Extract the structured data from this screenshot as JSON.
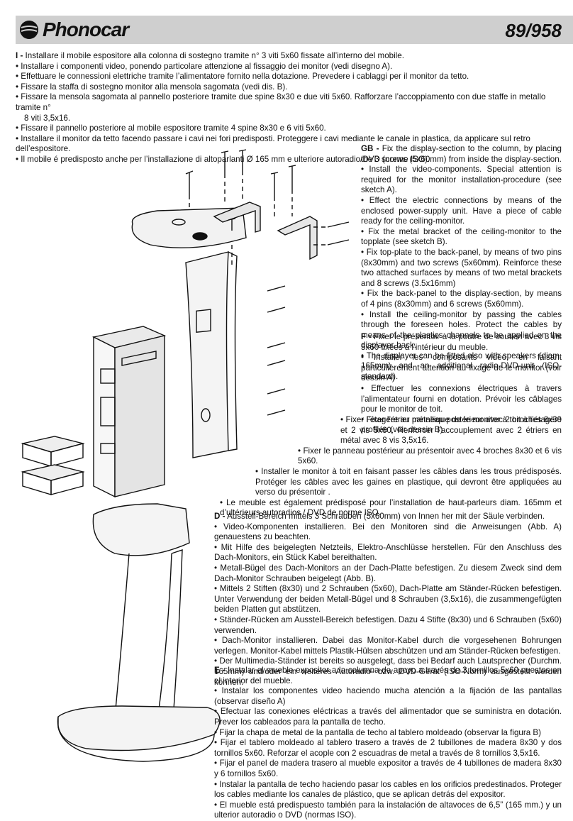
{
  "header": {
    "brand": "Phonocar",
    "model": "89/958"
  },
  "it": {
    "lead": "I -",
    "items": [
      "Installare il mobile espositore alla colonna di sostegno tramite n° 3 viti 5x60 fissate all’interno del mobile.",
      "• Installare i componenti video, ponendo particolare attenzione al fissaggio dei monitor (vedi disegno A).",
      "• Effettuare le connessioni elettriche tramite l’alimentatore fornito nella dotazione. Prevedere i cablaggi per il monitor da tetto.",
      "• Fissare la staffa di sostegno monitor alla mensola sagomata (vedi dis. B).",
      "• Fissare la mensola sagomata al pannello posteriore tramite due spine 8x30 e due viti 5x60. Rafforzare l’accoppiamento con due staffe in metallo tramite n°",
      "8 viti 3,5x16.",
      "• Fissare il pannello posteriore al mobile espositore tramite 4 spine 8x30 e 6 viti 5x60.",
      "• Installare il monitor da tetto facendo passare i cavi nei fori predisposti. Proteggere i cavi mediante le canale in plastica, da applicare sul retro dell’espositore.",
      "• Il mobile é predisposto anche per l’installazione di altoparlanti Ø 165 mm e ulteriore autoradio/DVD (norme ISO)."
    ]
  },
  "gb": {
    "lead": "GB -",
    "lines": [
      "Fix the display-section to the column, by placing the 3 screws (5x60mm) from inside the display-section.",
      "• Install the video-components. Special attention is required for the monitor installation-procedure (see sketch A).",
      "• Effect the electric connections by means of the enclosed power-supply unit. Have a piece of cable ready for the ceiling-monitor.",
      "• Fix the metal bracket of the ceiling-monitor to the topplate (see sketch B).",
      "• Fix top-plate to the back-panel, by means of two pins (8x30mm) and two screws (5x60mm). Reinforce these two attached surfaces by means of two metal brackets and 8 screws (3.5x16mm)",
      "• Fix the back-panel to the display-section, by means of 4 pins (8x30mm) and 6 screws (5x60mm).",
      "• Install the ceiling-monitor by passing the cables through the foreseen holes. Protect the cables by means of the plastics channels to be applied on the displayer-back.",
      "• The displayer can be fitted also with speakers (diam. 165mm) and an additional radio-DVD-unit (ISO-standard)."
    ]
  },
  "f": {
    "lead": "F -",
    "first": "Fixer le présentoir à la poutre de soutien avec 3 vis 5x60 fixées à l’intérieur du meuble.",
    "lines": [
      "• Installer les composants vidéo, en faisant particulièrement attention au fixage de le monitor (voir dessin A)",
      "• Effectuer les connexions électriques à travers l’alimentateur fourni en dotation. Prévoir les câblages pour le monitor de toit.",
      "• Fixer l’étrier métallique de le monitor à toit à l’étagère profilée (voir dessin B)"
    ],
    "wide": [
      "• Fixer l’étagère au panneau postérieur avec 2 broches 8x30 et 2 vis 5x60. Renforcer l’accouplement avec 2 étriers en métal avec 8 vis 3,5x16.",
      "• Fixer le panneau postérieur au présentoir avec 4 broches 8x30 et 6 vis 5x60.",
      "• Installer le monitor à toit en faisant passer les câbles dans les trous prédisposés. Protéger les câbles avec les gaines en plastique, qui devront être appliquées au verso du présentoir .",
      "• Le meuble est également prédisposé pour l’installation de haut-parleurs diam. 165mm et d’ultérieurs autoradios / DVD de norme ISO."
    ]
  },
  "d": {
    "lead": "D -",
    "lines": [
      "Ausstell-Bereich mittels 3 Schrauben (5x60mm) von Innen her mit der Säule verbinden.",
      "• Video-Komponenten installieren. Bei den Monitoren sind  die Anweisungen (Abb. A) genauestens zu beachten.",
      "• Mit Hilfe des beigelegten Netzteils, Elektro-Anschlüsse herstellen. Für den Anschluss des Dach-Monitors, ein Stück Kabel bereithalten.",
      "• Metall-Bügel des Dach-Monitors an der Dach-Platte befestigen. Zu diesem Zweck sind dem Dach-Monitor Schrauben beigelegt (Abb. B).",
      "• Mittels 2 Stiften (8x30) und 2 Schrauben (5x60), Dach-Platte am Ständer-Rücken befestigen. Unter Verwendung der beiden Metall-Bügel und 8 Schrauben (3,5x16), die zusammengefügten beiden Platten gut abstützen.",
      "• Ständer-Rücken am Ausstell-Bereich befestigen. Dazu 4 Stifte (8x30) und 6 Schrauben (5x60) verwenden.",
      "• Dach-Monitor installieren. Dabei das Monitor-Kabel durch die vorgesehenen Bohrungen verlegen. Monitor-Kabel mittels Plastik-Hülsen abschützen und am Ständer-Rücken befestigen.",
      "• Der Multimedia-Ständer ist bereits so ausgelegt, dass bei Bedarf auch Lautsprecher (Durchm. 165mm) und/oder ein weiteres Autoradio- bzw. DVD-Gerät (ISO-Norm) ausgestellt werden können."
    ]
  },
  "e": {
    "lead": "E -",
    "lines": [
      "Instalar el mueble expositor a la columna de apoyo a través de 3 tornillos 5x60 puestos en el interior del mueble.",
      "• Instalar los componentes video haciendo mucha atención  a la fijación de las pantallas (observar diseño A)",
      "• Efectuar las conexiones eléctricas a través del alimentador que se suministra en dotación.  Prever los cableados para la pantalla de techo.",
      "• Fijar la chapa de metal de la pantalla de techo al tablero moldeado (observar la figura B)",
      "• Fijar el tablero moldeado al tablero trasero a través de 2 tubillones  de madera 8x30 y dos tornillos 5x60. Reforzar el acople con 2 escuadras de metal a través de 8 tornillos 3,5x16.",
      "• Fijar el panel de madera trasero al mueble expositor a través de 4 tubillones de madera 8x30 y 6 tornillos 5x60.",
      "• Instalar la pantalla de techo haciendo pasar los cables en los orificios predestinados. Proteger los cables mediante los canales  de plástico, que se aplican detrás del expositor.",
      "• El mueble está predispuesto también para la instalación de altavoces de 6,5” (165 mm.) y  un ulterior autoradio o DVD (normas ISO)."
    ]
  }
}
